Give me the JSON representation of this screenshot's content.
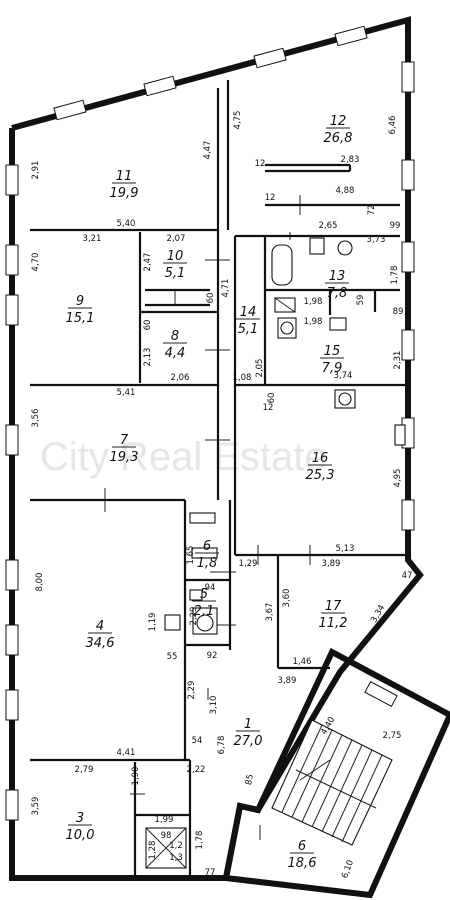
{
  "watermark": "City Real Estate",
  "rooms": [
    {
      "id": "r1",
      "number": "1",
      "area": "27,0"
    },
    {
      "id": "r3",
      "number": "3",
      "area": "10,0"
    },
    {
      "id": "r4",
      "number": "4",
      "area": "34,6"
    },
    {
      "id": "r5",
      "number": "5",
      "area": "2,1"
    },
    {
      "id": "r6",
      "number": "6",
      "area": "18,6"
    },
    {
      "id": "r6b",
      "number": "6",
      "area": "1,8"
    },
    {
      "id": "r7",
      "number": "7",
      "area": "19,3"
    },
    {
      "id": "r8",
      "number": "8",
      "area": "4,4"
    },
    {
      "id": "r9",
      "number": "9",
      "area": "15,1"
    },
    {
      "id": "r10",
      "number": "10",
      "area": "5,1"
    },
    {
      "id": "r11",
      "number": "11",
      "area": "19,9"
    },
    {
      "id": "r12",
      "number": "12",
      "area": "26,8"
    },
    {
      "id": "r13",
      "number": "13",
      "area": "7,8"
    },
    {
      "id": "r14",
      "number": "14",
      "area": "5,1"
    },
    {
      "id": "r15",
      "number": "15",
      "area": "7,9"
    },
    {
      "id": "r16",
      "number": "16",
      "area": "25,3"
    },
    {
      "id": "r17",
      "number": "17",
      "area": "11,2"
    }
  ],
  "dimensions": [
    "2,91",
    "4,47",
    "4,75",
    "6,46",
    "2,83",
    "4,88",
    "2,65",
    "3,73",
    "99",
    "72",
    "5,40",
    "3,21",
    "2,07",
    "4,70",
    "2,47",
    "4,71",
    "1,78",
    "1,98",
    "1,98",
    "59",
    "89",
    "60",
    "60",
    "2,13",
    "2,06",
    "2,05",
    "1,08",
    "3,74",
    "2,31",
    "60",
    "5,41",
    "3,56",
    "4,95",
    "1,65",
    "5,13",
    "1,29",
    "3,89",
    "47",
    "94",
    "2,29",
    "1,19",
    "55",
    "92",
    "8,00",
    "3,67",
    "3,60",
    "3,34",
    "1,46",
    "3,89",
    "2,75",
    "4,40",
    "2,29",
    "3,10",
    "6,78",
    "54",
    "4,41",
    "2,22",
    "2,79",
    "1,90",
    "3,59",
    "1,99",
    "85",
    "1,78",
    "1,28",
    "98",
    "1,2",
    "1,3",
    "77",
    "6,10",
    "12",
    "12",
    "12"
  ]
}
